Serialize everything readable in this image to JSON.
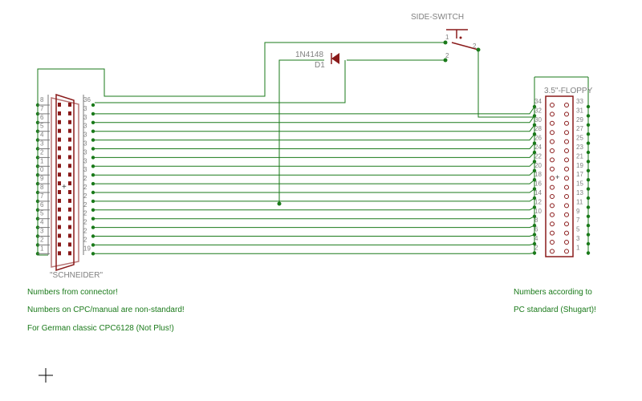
{
  "switch": {
    "label": "SIDE-SWITCH",
    "pin1": "1",
    "pin2": "2",
    "pin3": "2"
  },
  "diode": {
    "part": "1N4148",
    "ref": "D1"
  },
  "left_connector": {
    "name": "\"SCHNEIDER\"",
    "left_pins": [
      "8",
      "7",
      "6",
      "5",
      "4",
      "3",
      "2",
      "1",
      "0",
      "9",
      "8",
      "7",
      "6",
      "5",
      "4",
      "3",
      "2",
      "1"
    ],
    "right_pins": [
      "36",
      "3",
      "3",
      "3",
      "3",
      "3",
      "3",
      "3",
      "3",
      "2",
      "2",
      "2",
      "2",
      "2",
      "2",
      "2",
      "2",
      "19"
    ]
  },
  "right_connector": {
    "name": "3.5\"-FLOPPY",
    "left_pins": [
      "34",
      "32",
      "30",
      "28",
      "26",
      "24",
      "22",
      "20",
      "18",
      "16",
      "14",
      "12",
      "10",
      "8",
      "6",
      "4",
      "2"
    ],
    "right_pins": [
      "33",
      "31",
      "29",
      "27",
      "25",
      "23",
      "21",
      "19",
      "17",
      "15",
      "13",
      "11",
      "9",
      "7",
      "5",
      "3",
      "1"
    ]
  },
  "notes_left": [
    "Numbers from connector!",
    "Numbers on CPC/manual are non-standard!",
    "For German classic CPC6128 (Not Plus!)"
  ],
  "notes_right": [
    "Numbers according to",
    "PC standard (Shugart)!"
  ],
  "colors": {
    "wire": "#1a7a1a",
    "component": "#8a1a1a",
    "label": "#808080"
  }
}
